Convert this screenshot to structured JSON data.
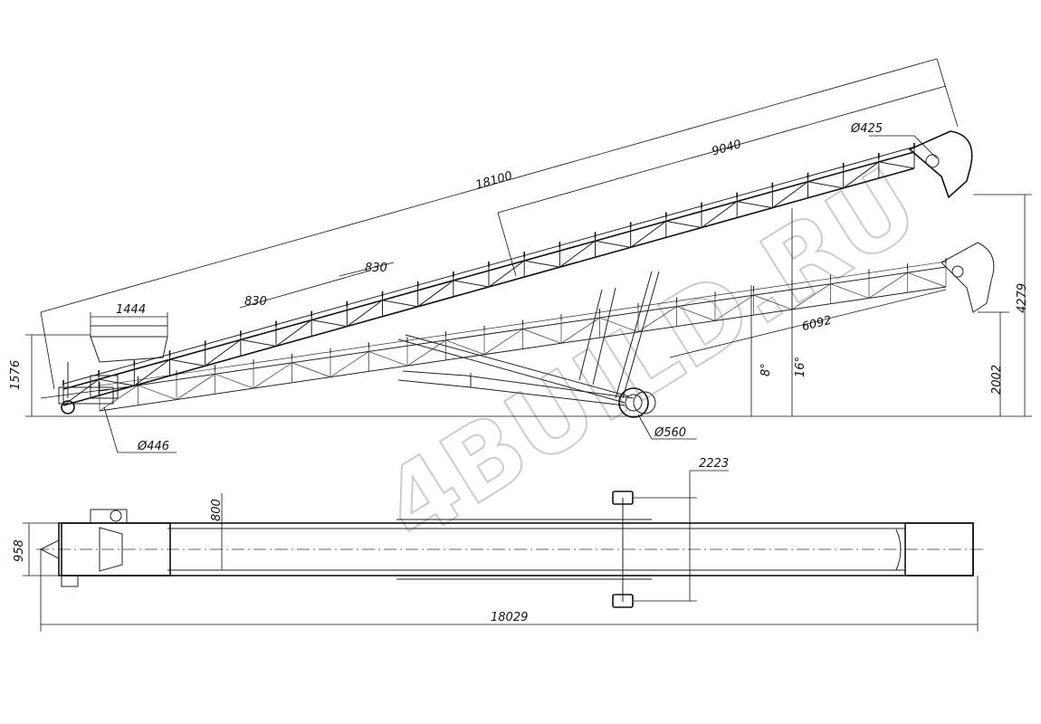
{
  "watermark": "4BUILD.RU",
  "side_view": {
    "dim_total_length": "18100",
    "dim_upper_section": "9040",
    "dim_head_pulley": "Ø425",
    "dim_hopper": "1444",
    "dim_idler_spacing_1": "830",
    "dim_idler_spacing_2": "830",
    "dim_lowered_span": "6092",
    "angle_low": "8°",
    "angle_high": "16°",
    "dim_low_height": "2002",
    "dim_high_height": "4279",
    "dim_tail_height": "1576",
    "dim_tail_pulley": "Ø446",
    "dim_wheel": "Ø560"
  },
  "top_view": {
    "dim_axle_position": "2223",
    "dim_belt_width": "800",
    "dim_frame_width": "958",
    "dim_overall_length": "18029"
  }
}
